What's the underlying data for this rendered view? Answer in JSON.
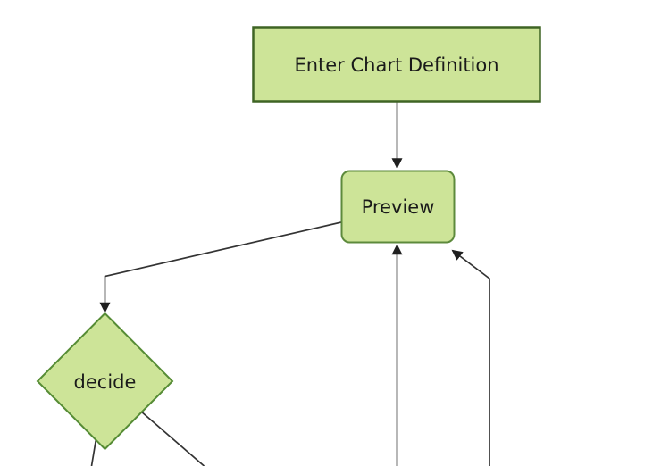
{
  "flowchart": {
    "kind": "flowchart",
    "direction": "top-down",
    "background_color": "#ffffff",
    "edge_color": "#333333",
    "arrowhead_color": "#1f1f1f",
    "text_color": "#1a1a1a",
    "node_fill": "#cde498",
    "nodes": [
      {
        "id": "enter-chart-definition",
        "label": "Enter Chart Definition",
        "shape": "rectangle",
        "stroke": "#3e6424"
      },
      {
        "id": "preview",
        "label": "Preview",
        "shape": "rounded-rectangle",
        "stroke": "#5d8a3c"
      },
      {
        "id": "decide",
        "label": "decide",
        "shape": "diamond",
        "stroke": "#568c35"
      }
    ],
    "edges": [
      {
        "from": "Enter Chart Definition",
        "to": "Preview",
        "arrowhead_visible": true
      },
      {
        "from": "Preview",
        "to": "decide",
        "arrowhead_visible": true
      },
      {
        "from": "decide",
        "to": "offscreen-bottom-left",
        "arrowhead_visible": false
      },
      {
        "from": "decide",
        "to": "offscreen-bottom-right",
        "arrowhead_visible": false
      },
      {
        "from": "offscreen-bottom",
        "to": "Preview",
        "arrowhead_visible": true
      },
      {
        "from": "offscreen-bottom-right",
        "to": "Preview",
        "arrowhead_visible": true
      }
    ]
  }
}
